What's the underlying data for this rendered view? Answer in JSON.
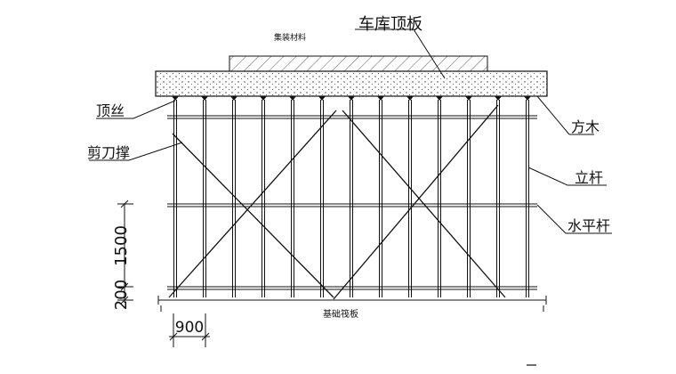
{
  "labels": {
    "slab": "车库顶板",
    "fill_material": "集装材料",
    "top_screw": "顶丝",
    "scissor_brace": "剪刀撑",
    "timber": "方木",
    "upright": "立杆",
    "horizontal_bar": "水平杆",
    "base_slab": "基础筏板"
  },
  "dimensions": {
    "bay_width": "900",
    "step_height": "1500",
    "sweep_height": "200"
  },
  "colors": {
    "line": "#111111",
    "hatch": "#333333"
  }
}
